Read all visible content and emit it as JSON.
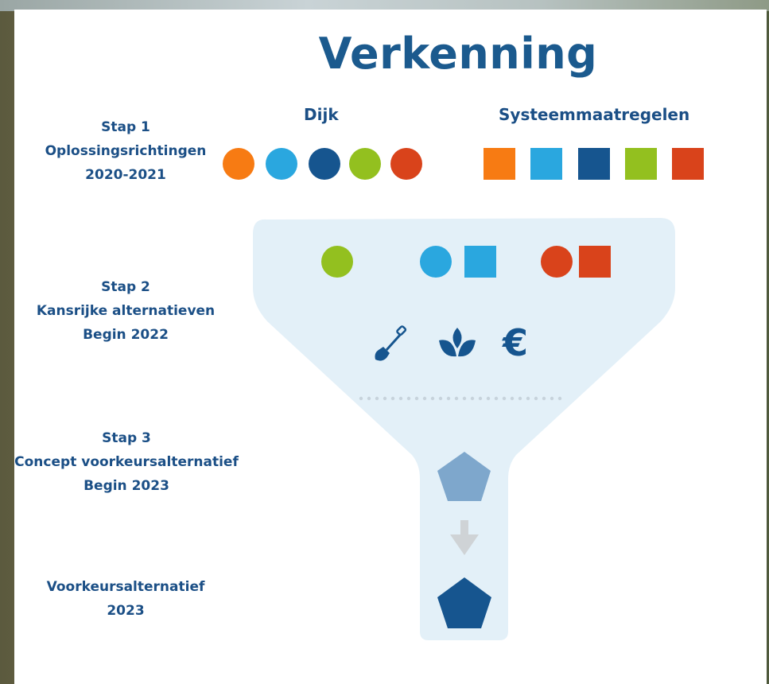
{
  "title": "Verkenning",
  "columns": {
    "left": "Dijk",
    "right": "Systeemmaatregelen"
  },
  "steps": [
    {
      "lines": [
        "Stap 1",
        "Oplossingsrichtingen",
        "2020-2021"
      ]
    },
    {
      "lines": [
        "Stap 2",
        "Kansrijke alternatieven",
        "Begin 2022"
      ]
    },
    {
      "lines": [
        "Stap 3",
        "Concept voorkeursalternatief",
        "Begin 2023"
      ]
    },
    {
      "lines": [
        "Voorkeursalternatief",
        "2023"
      ]
    }
  ],
  "colors": {
    "orange": "#f77b13",
    "light_blue": "#2aa7df",
    "dark_blue": "#16558f",
    "green": "#93c01f",
    "red": "#d9431b",
    "funnel_fill": "#e3f0f8",
    "pentagon_light": "#7ea7cc",
    "pentagon_dark": "#16558f",
    "arrow": "#cfd3d6"
  },
  "icons": {
    "criteria": [
      "shovel-icon",
      "leaf-icon",
      "euro-icon"
    ],
    "euro_glyph": "€",
    "arrow": "arrow-down-icon"
  }
}
